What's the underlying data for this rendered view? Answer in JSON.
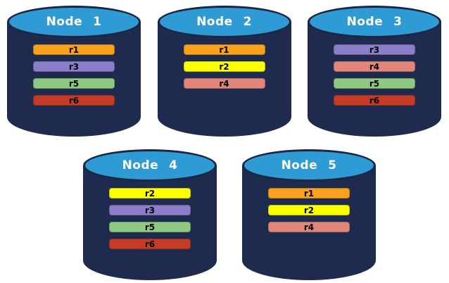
{
  "diagram": {
    "background_color": "#ffffff",
    "node_body_color": "#1e2b4f",
    "node_top_color": "#2f9bd5",
    "node_outline_color": "#1a2744",
    "node_label_color": "#ffffff",
    "replica_text_color": "#000000",
    "replica_colors": {
      "r1": "#f9a11b",
      "r2": "#fcff00",
      "r3": "#8d7ec9",
      "r4": "#e2857a",
      "r5": "#8fc980",
      "r6": "#c53b26"
    },
    "rows": [
      {
        "nodes": [
          {
            "label": "Node 1",
            "replicas": [
              "r1",
              "r3",
              "r5",
              "r6"
            ]
          },
          {
            "label": "Node 2",
            "replicas": [
              "r1",
              "r2",
              "r4"
            ]
          },
          {
            "label": "Node 3",
            "replicas": [
              "r3",
              "r4",
              "r5",
              "r6"
            ]
          }
        ]
      },
      {
        "nodes": [
          {
            "label": "Node 4",
            "replicas": [
              "r2",
              "r3",
              "r5",
              "r6"
            ]
          },
          {
            "label": "Node 5",
            "replicas": [
              "r1",
              "r2",
              "r4"
            ]
          }
        ]
      }
    ]
  }
}
